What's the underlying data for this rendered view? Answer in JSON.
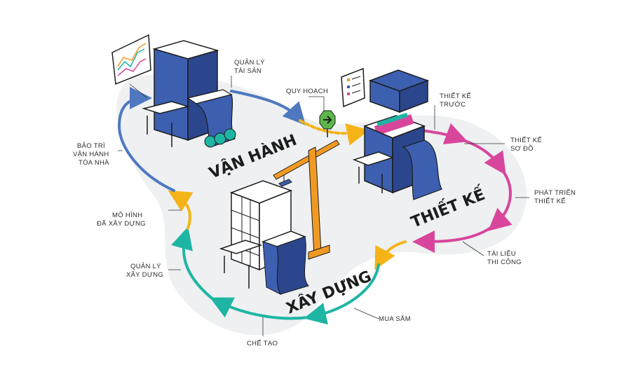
{
  "colors": {
    "ground": "#eef0f2",
    "building_blue": "#3c5fb0",
    "building_dark": "#2b468c",
    "operate_arc": "#4f78c0",
    "plan_arc": "#f4b417",
    "design_arc": "#d8469c",
    "docs_arc": "#f4b417",
    "build_arc": "#1fb5a4",
    "model_arc": "#f4b417",
    "crane": "#f09a23",
    "sign": "#5cb648"
  },
  "phases": {
    "operate": "VẬN HÀNH",
    "design": "THIẾT KẾ",
    "build": "XÂY DỰNG"
  },
  "labels": {
    "asset_mgmt": [
      "QUẢN LÝ",
      "TÀI SẢN"
    ],
    "planning": "QUY HOẠCH",
    "predesign": [
      "THIẾT KẾ",
      "TRƯỚC"
    ],
    "schematic": [
      "THIẾT KẾ",
      "SƠ ĐỒ"
    ],
    "design_dev": [
      "PHÁT TRIỂN",
      "THIẾT KẾ"
    ],
    "construction_docs": [
      "TÀI LIỆU",
      "THI CÔNG"
    ],
    "procurement": "MUA SẮM",
    "fabrication": "CHẾ TẠO",
    "construction_mgmt": [
      "QUẢN LÝ",
      "XÂY DỰNG"
    ],
    "as_built": [
      "MÔ HÌNH",
      "ĐÃ XÂY DỰNG"
    ],
    "maintenance": [
      "BẢO TRÌ",
      "VẬN HÀNH",
      "TÒA NHÀ"
    ]
  },
  "icons": [
    "monitor-chart-icon",
    "checklist-icon",
    "arrow-sign-icon",
    "crane-icon"
  ]
}
